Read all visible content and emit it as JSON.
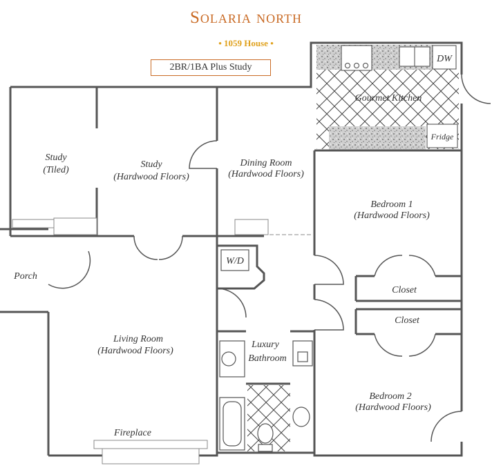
{
  "header": {
    "title": "Solaria north",
    "subtitle": "• 1059 House •",
    "badge": "2BR/1BA Plus Study"
  },
  "rooms": {
    "study_tiled": {
      "name": "Study",
      "detail": "(Tiled)"
    },
    "study": {
      "name": "Study",
      "detail": "(Hardwood Floors)"
    },
    "dining": {
      "name": "Dining Room",
      "detail": "(Hardwood Floors)"
    },
    "kitchen": {
      "name": "Gourmet Kitchen"
    },
    "bedroom1": {
      "name": "Bedroom 1",
      "detail": "(Hardwood Floors)"
    },
    "bedroom2": {
      "name": "Bedroom 2",
      "detail": "(Hardwood Floors)"
    },
    "living": {
      "name": "Living Room",
      "detail": "(Hardwood Floors)"
    },
    "bathroom": {
      "name": "Luxury",
      "detail": "Bathroom"
    },
    "porch": {
      "name": "Porch"
    },
    "closet1": {
      "name": "Closet"
    },
    "closet2": {
      "name": "Closet"
    },
    "laundry": {
      "name": "W/D"
    },
    "fireplace": {
      "name": "Fireplace"
    }
  },
  "fixtures": {
    "dishwasher": "DW",
    "fridge": "Fridge"
  },
  "colors": {
    "title": "#c96a24",
    "subtitle": "#e0a21f",
    "wall": "#555555"
  }
}
